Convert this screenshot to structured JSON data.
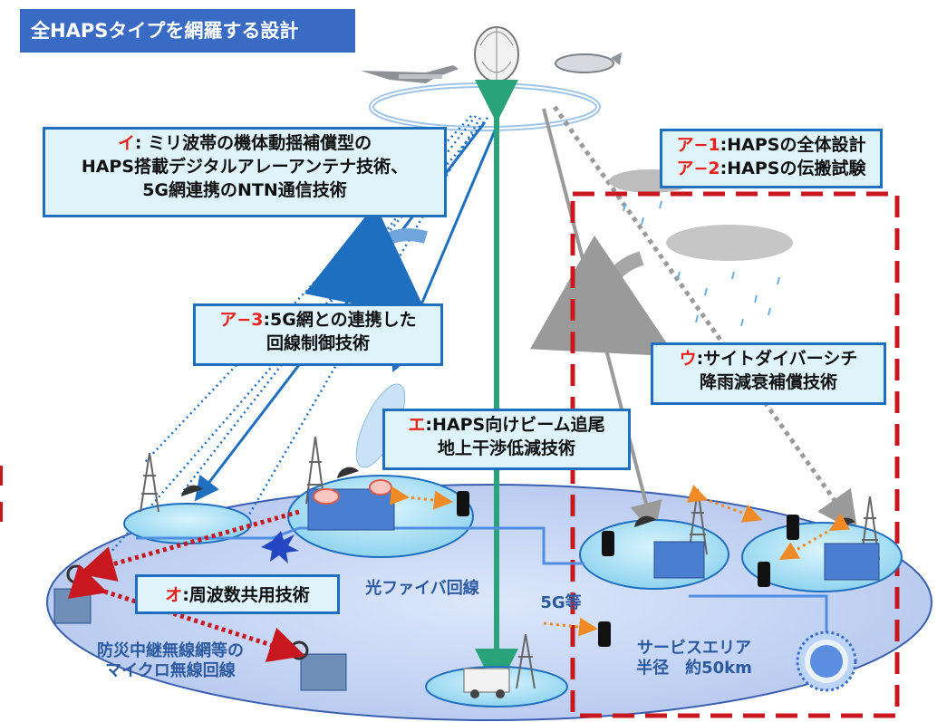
{
  "title": "全HAPSタイプを網羅する設計",
  "boxes": {
    "i": {
      "code": "イ",
      "lines": [
        "ミリ波帯の機体動揺補償型の",
        "HAPS搭載デジタルアレーアンテナ技術、",
        "5G網連携のNTN通信技術"
      ]
    },
    "a12": {
      "items": [
        {
          "code": "ア−1",
          "text": ":HAPSの全体設計"
        },
        {
          "code": "ア−2",
          "text": ":HAPSの伝搬試験"
        }
      ]
    },
    "a3": {
      "code": "ア−3",
      "lines": [
        ":5G網との連携した",
        "回線制御技術"
      ]
    },
    "u": {
      "code": "ウ",
      "lines": [
        ":サイトダイバーシチ",
        "降雨減衰補償技術"
      ]
    },
    "e": {
      "code": "エ",
      "lines": [
        ":HAPS向けビーム追尾",
        "地上干渉低減技術"
      ]
    },
    "o": {
      "code": "オ",
      "text": ":周波数共用技術"
    }
  },
  "labels": {
    "fiber": "光ファイバ回線",
    "g5": "5G等",
    "area_line1": "サービスエリア",
    "area_line2": "半径　約50km",
    "micro_line1": "防災中継無線網等の",
    "micro_line2": "マイクロ無線回線"
  },
  "colors": {
    "box_border": "#1e6fc0",
    "box_fill": "#dff3fb",
    "code_red": "#e8231c",
    "title_bg": "#3a6bc4",
    "green_link": "#2ba37a",
    "dash_red": "#c8171e"
  }
}
